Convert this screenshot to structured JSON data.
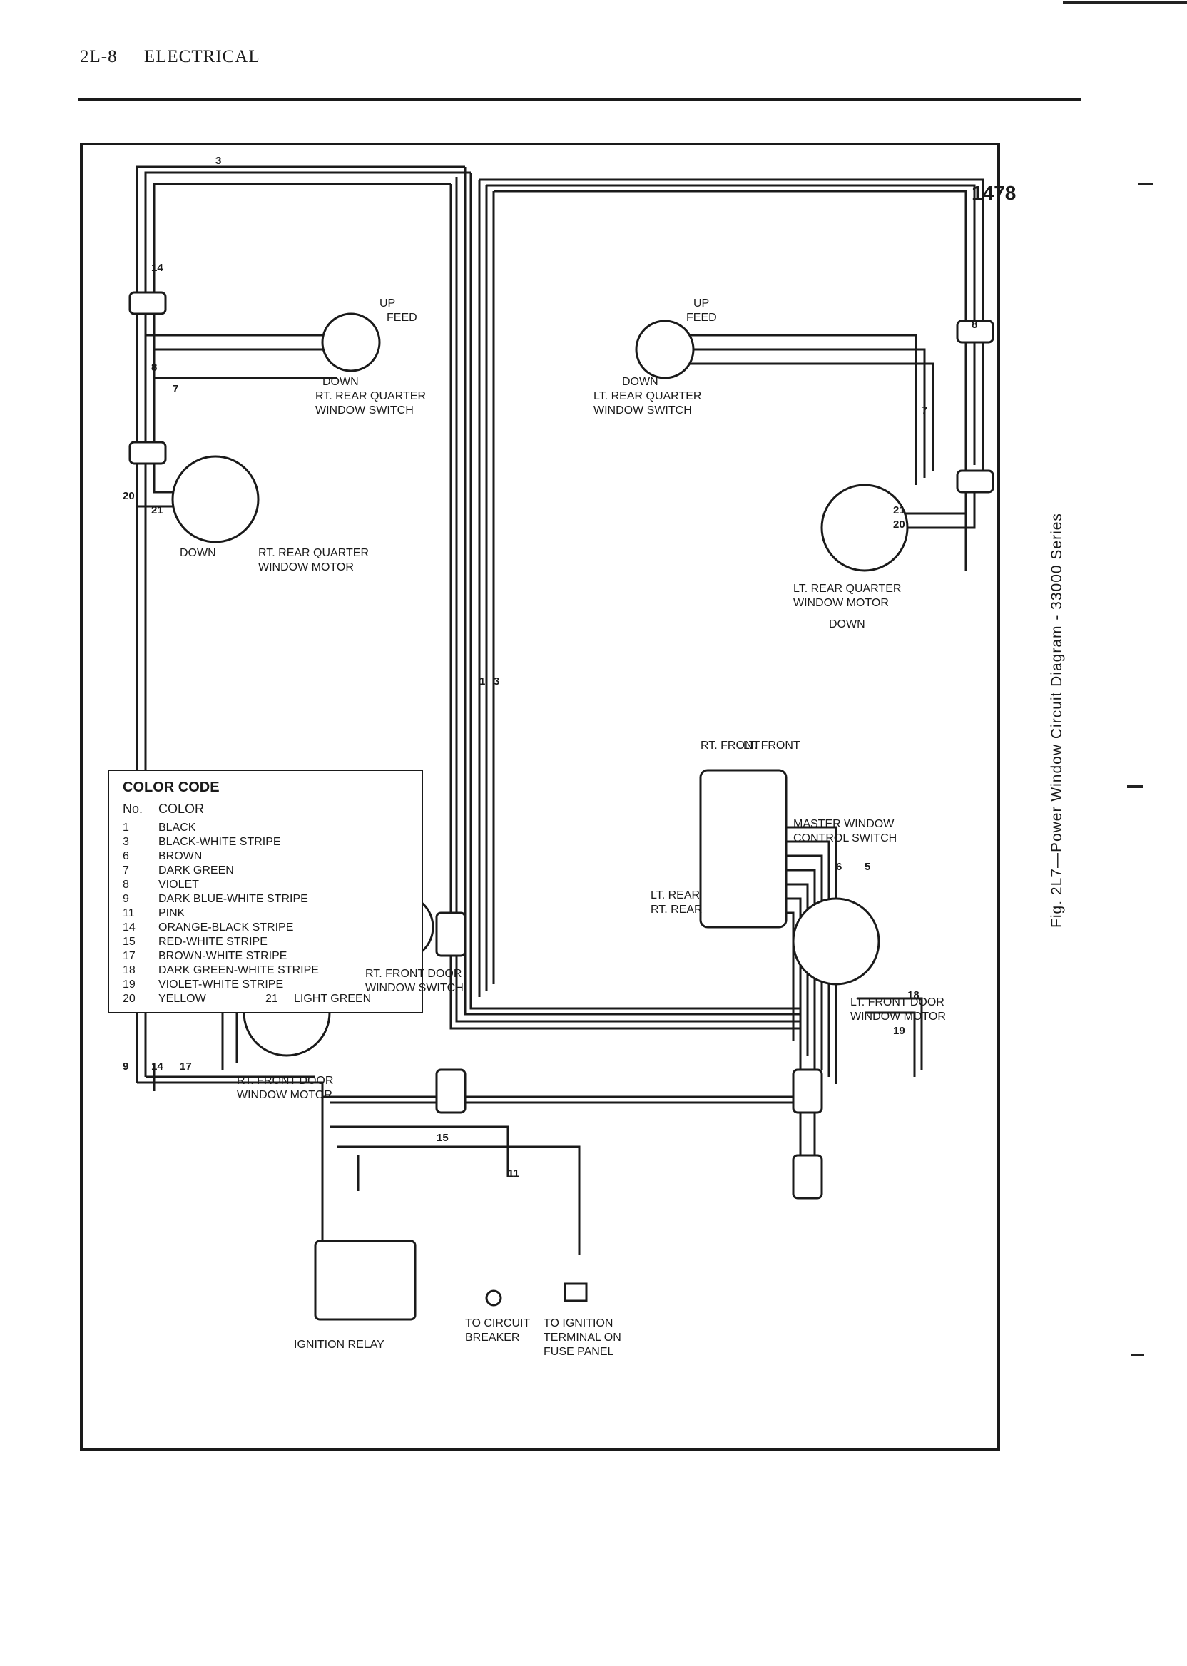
{
  "header": {
    "page_number": "2L-8",
    "section": "ELECTRICAL"
  },
  "figure": {
    "caption": "Fig. 2L7—Power Window Circuit Diagram - 33000 Series",
    "id_number": "1478"
  },
  "labels": {
    "rt_rear_quarter_switch": [
      "RT. REAR QUARTER",
      "WINDOW SWITCH"
    ],
    "rt_rear_quarter_motor": [
      "RT. REAR QUARTER",
      "WINDOW MOTOR"
    ],
    "lt_rear_quarter_switch": [
      "LT. REAR QUARTER",
      "WINDOW SWITCH"
    ],
    "lt_rear_quarter_motor": [
      "LT. REAR QUARTER",
      "WINDOW MOTOR"
    ],
    "rt_front_door_switch": [
      "RT. FRONT DOOR",
      "WINDOW SWITCH"
    ],
    "rt_front_door_motor": [
      "RT. FRONT DOOR",
      "WINDOW MOTOR"
    ],
    "lt_front_door_motor": [
      "LT. FRONT DOOR",
      "WINDOW MOTOR"
    ],
    "master_switch": [
      "MASTER WINDOW",
      "CONTROL SWITCH"
    ],
    "ignition_relay": "IGNITION RELAY",
    "circuit_breaker": [
      "TO CIRCUIT",
      "BREAKER"
    ],
    "ignition_terminal": [
      "TO IGNITION",
      "TERMINAL ON",
      "FUSE PANEL"
    ],
    "up": "UP",
    "down": "DOWN",
    "feed": "FEED",
    "rt_front": "RT. FRONT",
    "lt_front": "LT. FRONT",
    "lt_rear": "LT. REAR",
    "rt_rear": "RT. REAR"
  },
  "color_code": {
    "title": "COLOR CODE",
    "headers": [
      "No.",
      "COLOR"
    ],
    "rows": [
      [
        "1",
        "BLACK"
      ],
      [
        "3",
        "BLACK-WHITE STRIPE"
      ],
      [
        "6",
        "BROWN"
      ],
      [
        "7",
        "DARK GREEN"
      ],
      [
        "8",
        "VIOLET"
      ],
      [
        "9",
        "DARK BLUE-WHITE STRIPE"
      ],
      [
        "11",
        "PINK"
      ],
      [
        "14",
        "ORANGE-BLACK STRIPE"
      ],
      [
        "15",
        "RED-WHITE STRIPE"
      ],
      [
        "17",
        "BROWN-WHITE STRIPE"
      ],
      [
        "18",
        "DARK GREEN-WHITE STRIPE"
      ],
      [
        "19",
        "VIOLET-WHITE STRIPE"
      ],
      [
        "20",
        "YELLOW"
      ],
      [
        "21",
        "LIGHT GREEN"
      ]
    ]
  },
  "wire_numbers": {
    "n1": "1",
    "n3": "3",
    "n5": "5",
    "n6": "6",
    "n7": "7",
    "n8": "8",
    "n9": "9",
    "n11": "11",
    "n14": "14",
    "n15": "15",
    "n17": "17",
    "n18": "18",
    "n19": "19",
    "n20": "20",
    "n21": "21"
  }
}
